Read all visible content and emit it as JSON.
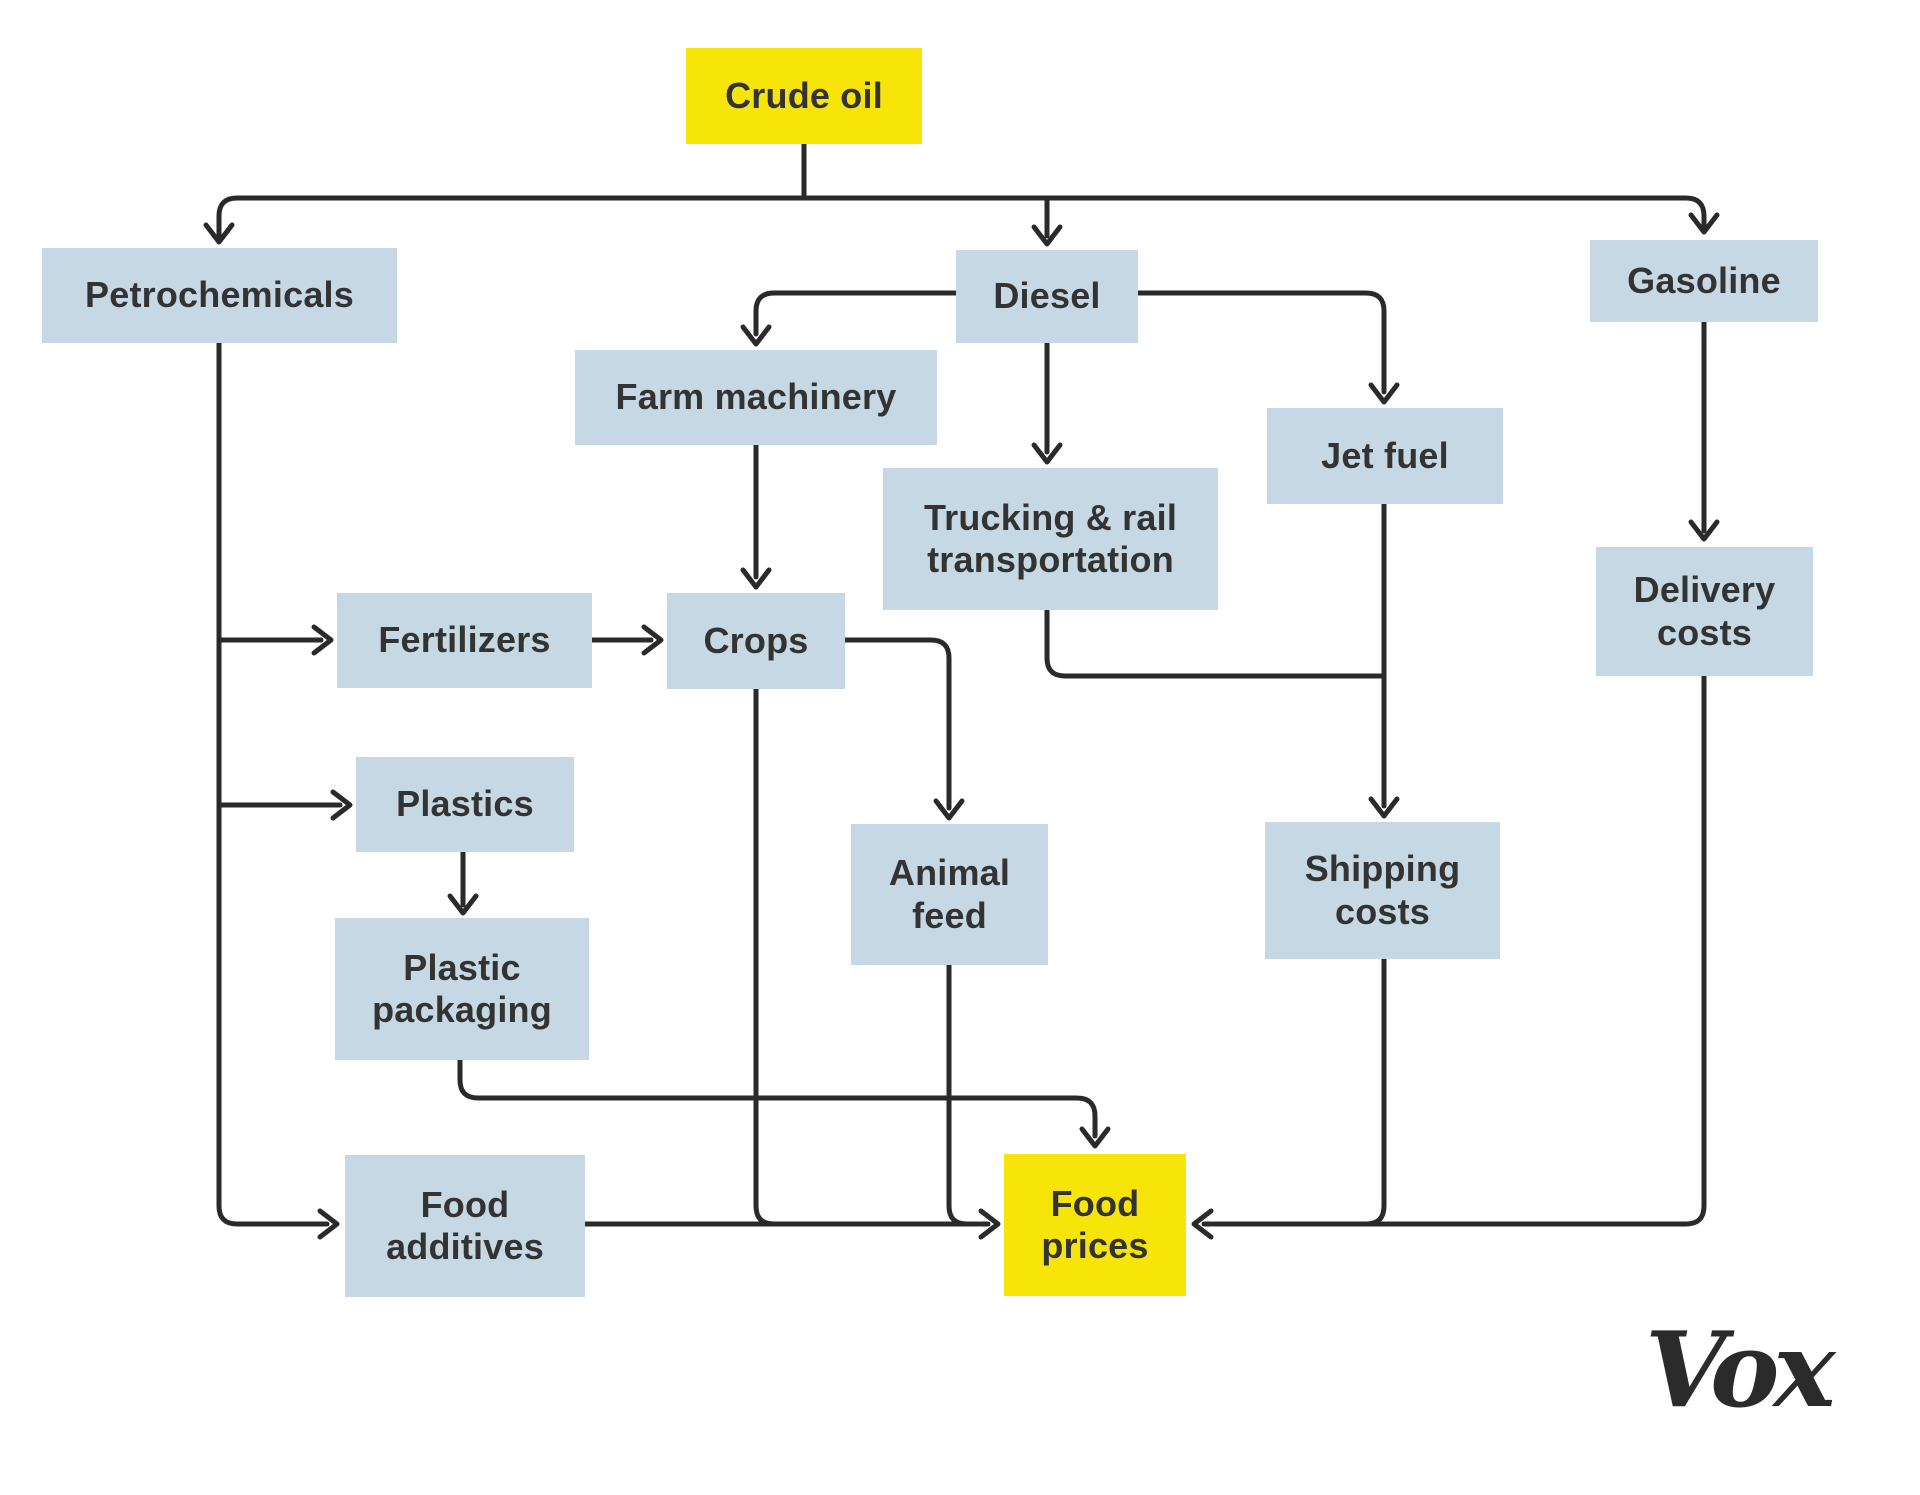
{
  "diagram": {
    "nodes": {
      "crude_oil": {
        "label": "Crude oil",
        "emphasis": "yellow"
      },
      "petrochemicals": {
        "label": "Petrochemicals",
        "emphasis": "blue"
      },
      "diesel": {
        "label": "Diesel",
        "emphasis": "blue"
      },
      "gasoline": {
        "label": "Gasoline",
        "emphasis": "blue"
      },
      "farm_machinery": {
        "label": "Farm machinery",
        "emphasis": "blue"
      },
      "jet_fuel": {
        "label": "Jet fuel",
        "emphasis": "blue"
      },
      "trucking_rail": {
        "label": "Trucking & rail transportation",
        "emphasis": "blue"
      },
      "fertilizers": {
        "label": "Fertilizers",
        "emphasis": "blue"
      },
      "crops": {
        "label": "Crops",
        "emphasis": "blue"
      },
      "delivery_costs": {
        "label": "Delivery costs",
        "emphasis": "blue"
      },
      "plastics": {
        "label": "Plastics",
        "emphasis": "blue"
      },
      "animal_feed": {
        "label": "Animal feed",
        "emphasis": "blue"
      },
      "shipping_costs": {
        "label": "Shipping costs",
        "emphasis": "blue"
      },
      "plastic_packaging": {
        "label": "Plastic packaging",
        "emphasis": "blue"
      },
      "food_additives": {
        "label": "Food additives",
        "emphasis": "blue"
      },
      "food_prices": {
        "label": "Food prices",
        "emphasis": "yellow"
      }
    },
    "edges": [
      {
        "from": "crude_oil",
        "to": "petrochemicals"
      },
      {
        "from": "crude_oil",
        "to": "diesel"
      },
      {
        "from": "crude_oil",
        "to": "gasoline"
      },
      {
        "from": "petrochemicals",
        "to": "fertilizers"
      },
      {
        "from": "petrochemicals",
        "to": "plastics"
      },
      {
        "from": "petrochemicals",
        "to": "food_additives"
      },
      {
        "from": "diesel",
        "to": "farm_machinery"
      },
      {
        "from": "diesel",
        "to": "trucking_rail"
      },
      {
        "from": "diesel",
        "to": "jet_fuel"
      },
      {
        "from": "farm_machinery",
        "to": "crops"
      },
      {
        "from": "fertilizers",
        "to": "crops"
      },
      {
        "from": "crops",
        "to": "animal_feed"
      },
      {
        "from": "crops",
        "to": "food_prices"
      },
      {
        "from": "trucking_rail",
        "to": "shipping_costs"
      },
      {
        "from": "jet_fuel",
        "to": "shipping_costs"
      },
      {
        "from": "shipping_costs",
        "to": "food_prices"
      },
      {
        "from": "gasoline",
        "to": "delivery_costs"
      },
      {
        "from": "delivery_costs",
        "to": "food_prices"
      },
      {
        "from": "plastics",
        "to": "plastic_packaging"
      },
      {
        "from": "plastic_packaging",
        "to": "food_prices"
      },
      {
        "from": "animal_feed",
        "to": "food_prices"
      },
      {
        "from": "food_additives",
        "to": "food_prices"
      }
    ],
    "colors": {
      "highlight_fill": "#f7e409",
      "node_fill": "#c5d8e3",
      "line": "#2a2a2a",
      "text": "#333333",
      "background": "#ffffff"
    }
  },
  "branding": {
    "logo_text": "Vox"
  }
}
